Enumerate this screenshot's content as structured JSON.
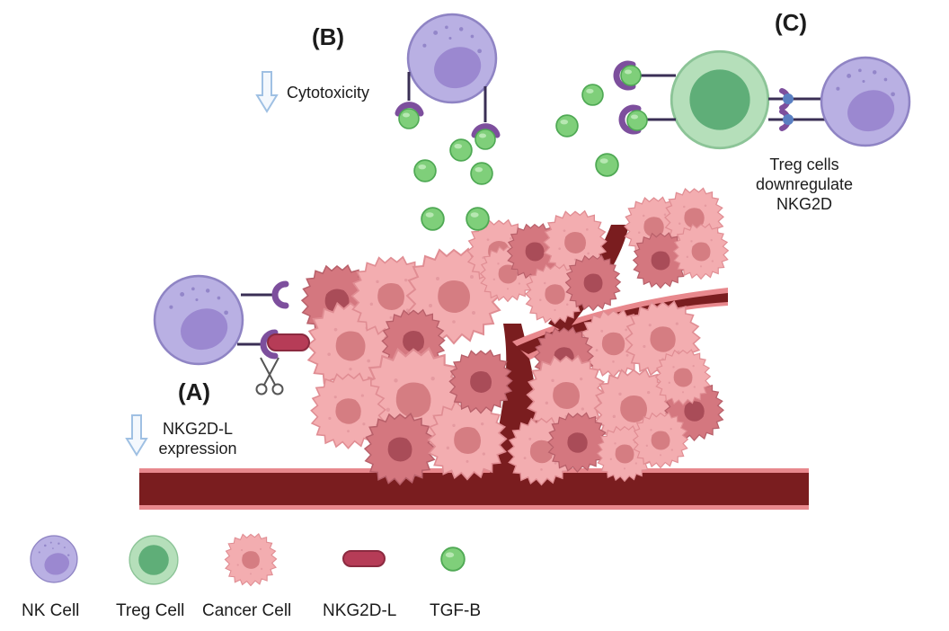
{
  "panels": {
    "a": {
      "label": "(A)",
      "effect_line1": "NKG2D-L",
      "effect_line2": "expression"
    },
    "b": {
      "label": "(B)",
      "effect": "Cytotoxicity"
    },
    "c": {
      "label": "(C)",
      "note_line1": "Treg cells",
      "note_line2": "downregulate",
      "note_line3": "NKG2D"
    }
  },
  "legend": [
    {
      "icon": "nk-cell-icon",
      "label": "NK Cell"
    },
    {
      "icon": "treg-cell-icon",
      "label": "Treg Cell"
    },
    {
      "icon": "cancer-cell-icon",
      "label": "Cancer Cell"
    },
    {
      "icon": "nkg2d-ligand-icon",
      "label": "NKG2D-L"
    },
    {
      "icon": "tgf-b-icon",
      "label": "TGF-B"
    }
  ],
  "colors": {
    "nk_cell": "#b7aee0",
    "nk_nucleus": "#9b88d0",
    "treg_cell": "#a9d8ad",
    "treg_nucleus": "#5fae78",
    "cancer_cell": "#f2a8ab",
    "cancer_nucleus": "#d57d82",
    "ligand": "#b63c57",
    "tgf_b": "#7fcf7a",
    "receptor": "#7d4f9d",
    "vessel": "#7a1d1f",
    "arrow": "#a9c6e6"
  }
}
